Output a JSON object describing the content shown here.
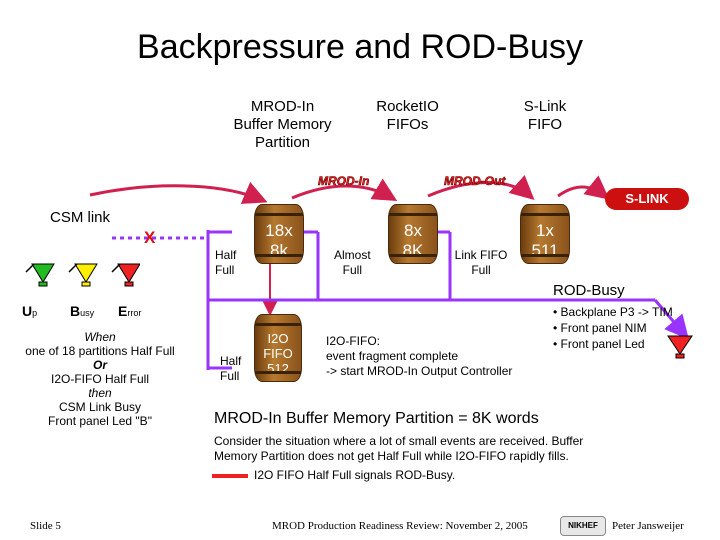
{
  "title": "Backpressure and ROD-Busy",
  "headers": {
    "mrod_in": [
      "MROD-In",
      "Buffer Memory",
      "Partition"
    ],
    "rocketio": [
      "RocketIO",
      "FIFOs"
    ],
    "slink": [
      "S-Link",
      "FIFO"
    ]
  },
  "flow_labels": {
    "mrod_in": "MROD-In",
    "mrod_out": "MROD-Out"
  },
  "slink_logo": "S-LINK",
  "csm_link": "CSM link",
  "x_mark": "X",
  "barrels": {
    "buffer": [
      "18x",
      "8k"
    ],
    "rocket": [
      "8x",
      "8K"
    ],
    "slink": [
      "1x",
      "511"
    ],
    "i2o": [
      "I2O",
      "FIFO",
      "512"
    ]
  },
  "side_labels": {
    "half_full_1": [
      "Half",
      "Full"
    ],
    "almost_full": [
      "Almost",
      "Full"
    ],
    "link_fifo_full": [
      "Link FIFO",
      "Full"
    ],
    "half_full_2": [
      "Half",
      "Full"
    ]
  },
  "rod_busy": "ROD-Busy",
  "leds": {
    "up": {
      "big": "U",
      "small": "p"
    },
    "busy": {
      "big": "B",
      "small": "usy"
    },
    "error": {
      "big": "E",
      "small": "rror"
    }
  },
  "condition": {
    "when": "When",
    "line1": "one of 18 partitions Half Full",
    "or": "Or",
    "line2": "I2O-FIFO Half Full",
    "then": "then",
    "line3": "CSM Link Busy",
    "line4": "Front panel Led \"B\""
  },
  "i2o_note": [
    "I2O-FIFO:",
    "event fragment complete",
    "-> start MROD-In Output Controller"
  ],
  "bullets": [
    "• Backplane P3 -> TIM",
    "• Front panel NIM",
    "• Front panel Led"
  ],
  "partition_heading": "MROD-In Buffer Memory Partition = 8K words",
  "paragraph": [
    "Consider the situation where a lot of small events are received. Buffer",
    "Memory Partition does not get Half Full while I2O-FIFO rapidly fills."
  ],
  "legend_text": "I2O FIFO Half Full signals ROD-Busy.",
  "footer": {
    "slide": "Slide 5",
    "center": "MROD Production Readiness Review: November 2, 2005",
    "logo": "NIKHEF",
    "author": "Peter Jansweijer"
  },
  "colors": {
    "busy_line": "#9933ff",
    "flow_arrow": "#d02050",
    "led_green": "#22bb22",
    "led_yellow": "#ffee00",
    "led_red": "#ee2222"
  }
}
